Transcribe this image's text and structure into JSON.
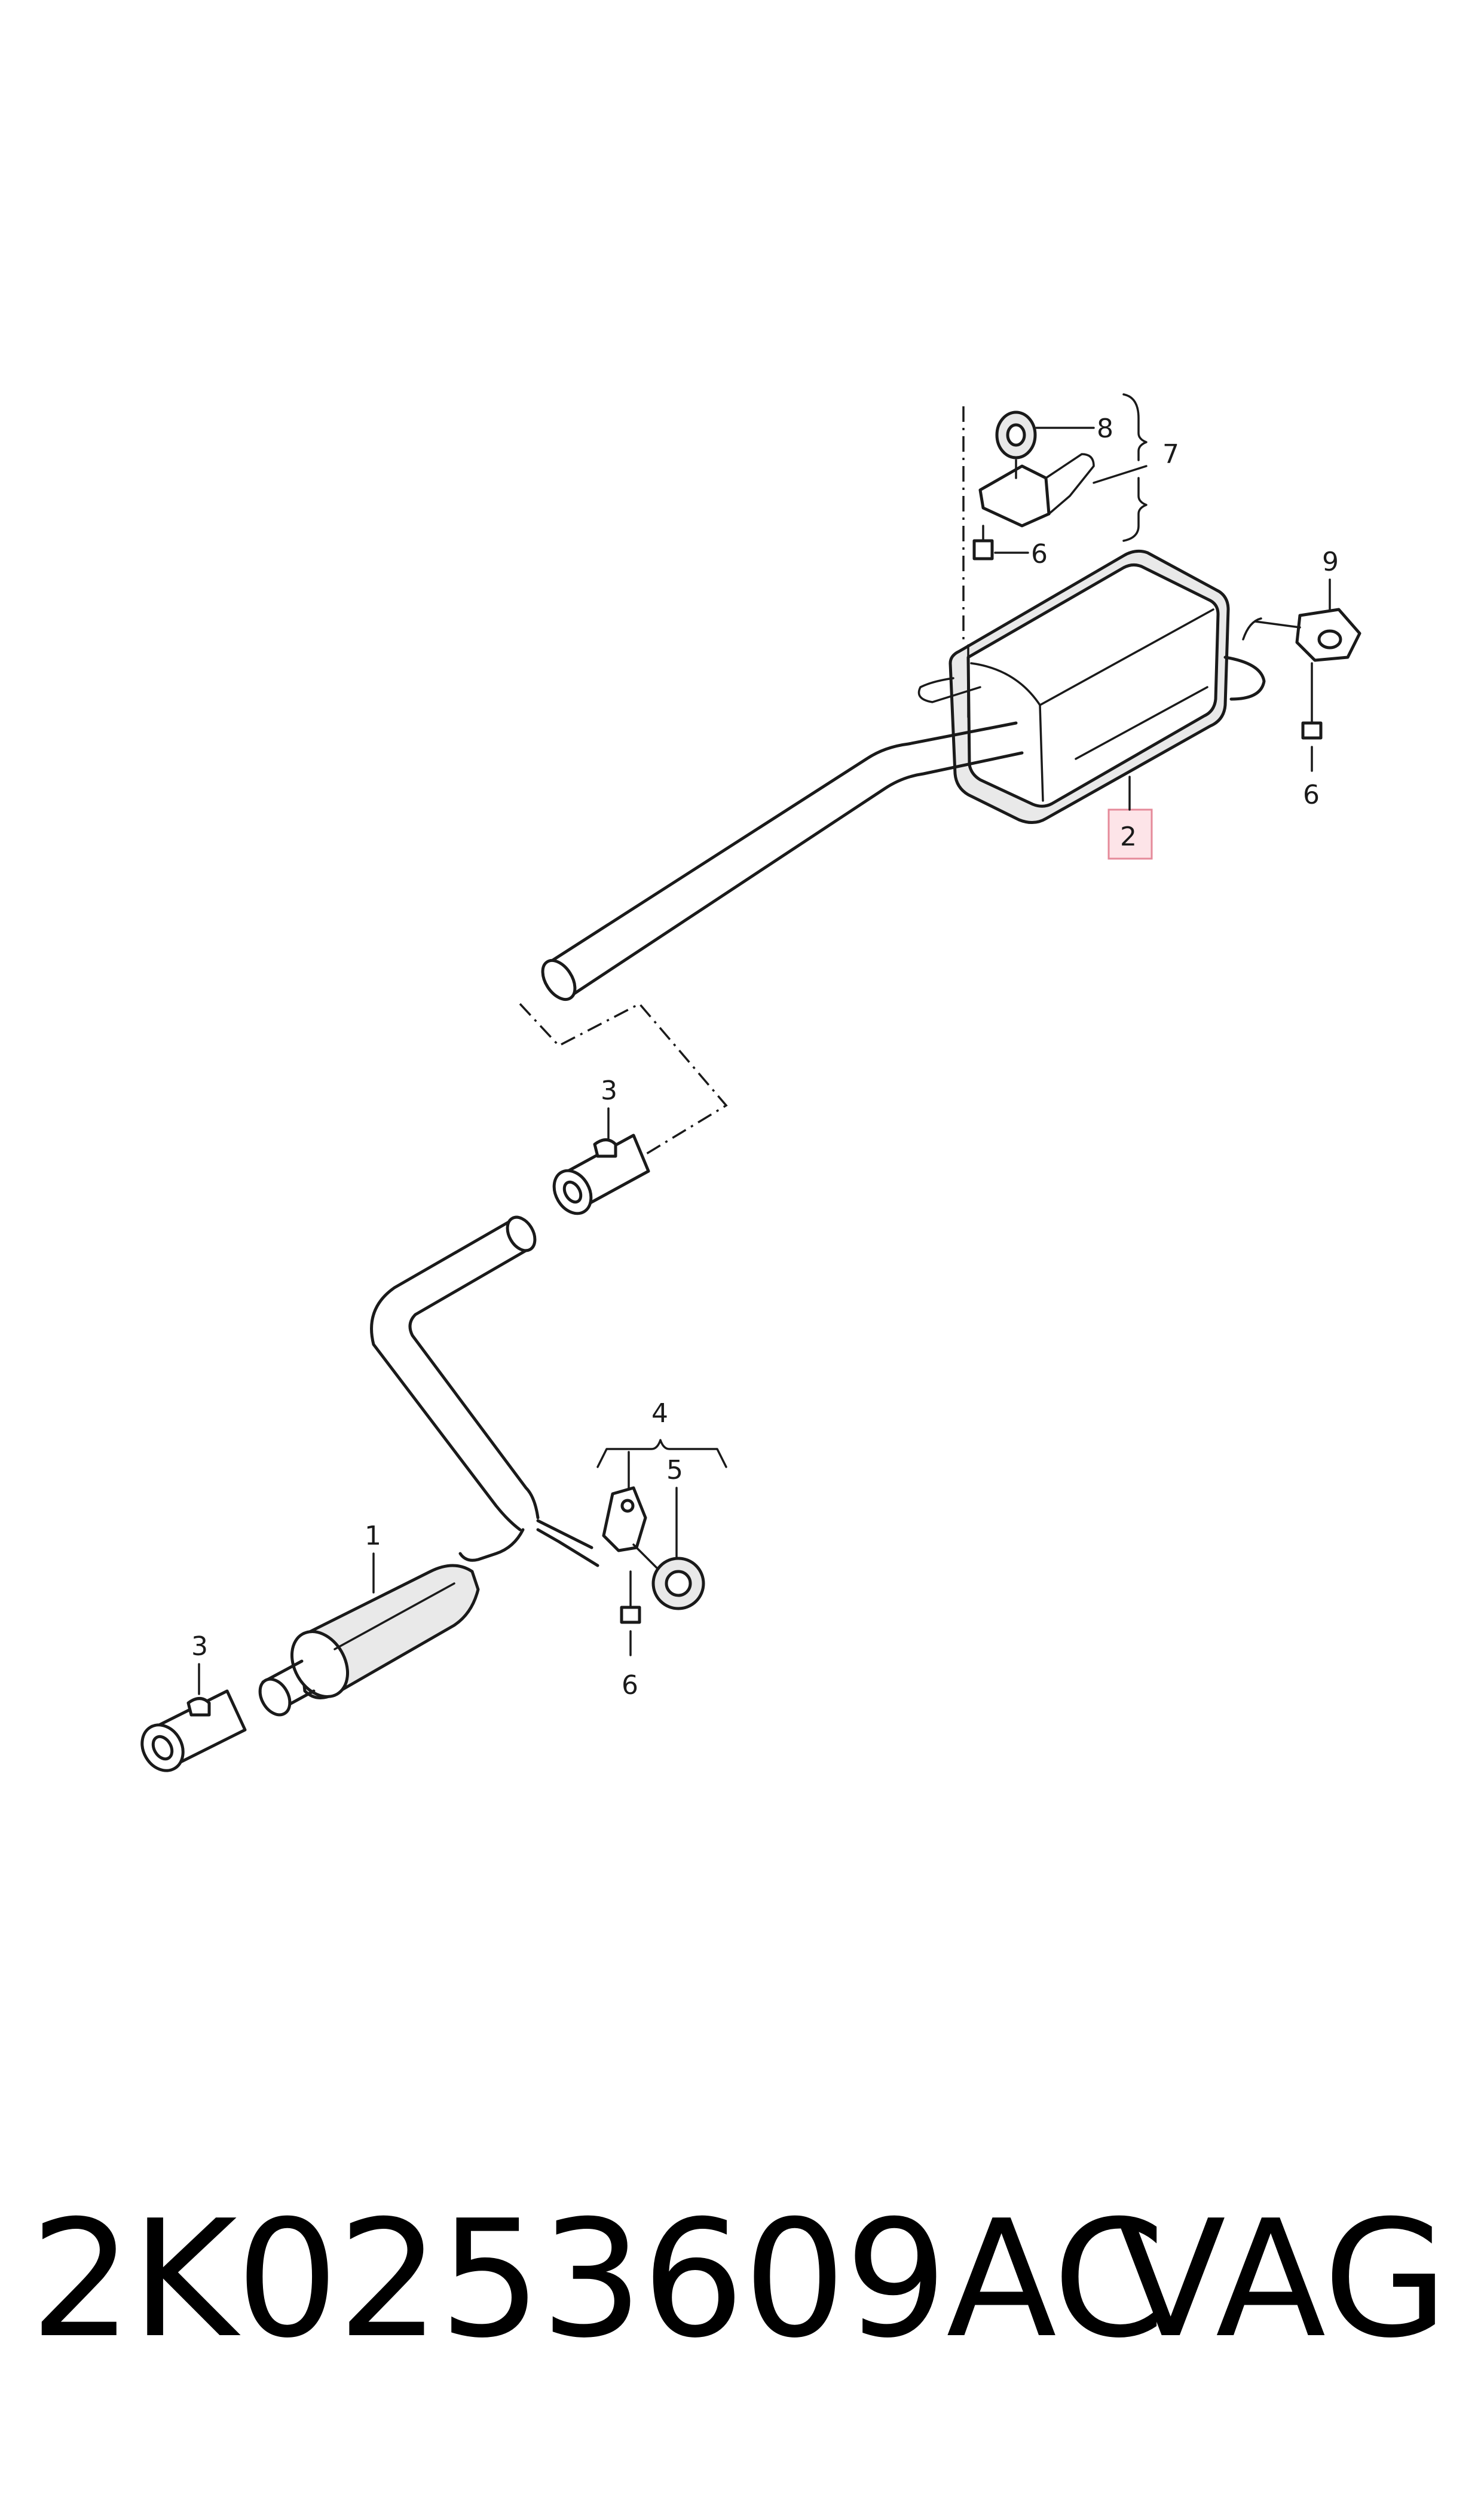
{
  "callouts": {
    "c1": "1",
    "c2": "2",
    "c3a": "3",
    "c3b": "3",
    "c4": "4",
    "c5": "5",
    "c6a": "6",
    "c6b": "6",
    "c6c": "6",
    "c7": "7",
    "c8": "8",
    "c9": "9"
  },
  "highlighted_callout": "2",
  "highlight_color": "#fde4e8",
  "caption": {
    "part_number": "2K0253609AC",
    "brand": "VAG"
  }
}
